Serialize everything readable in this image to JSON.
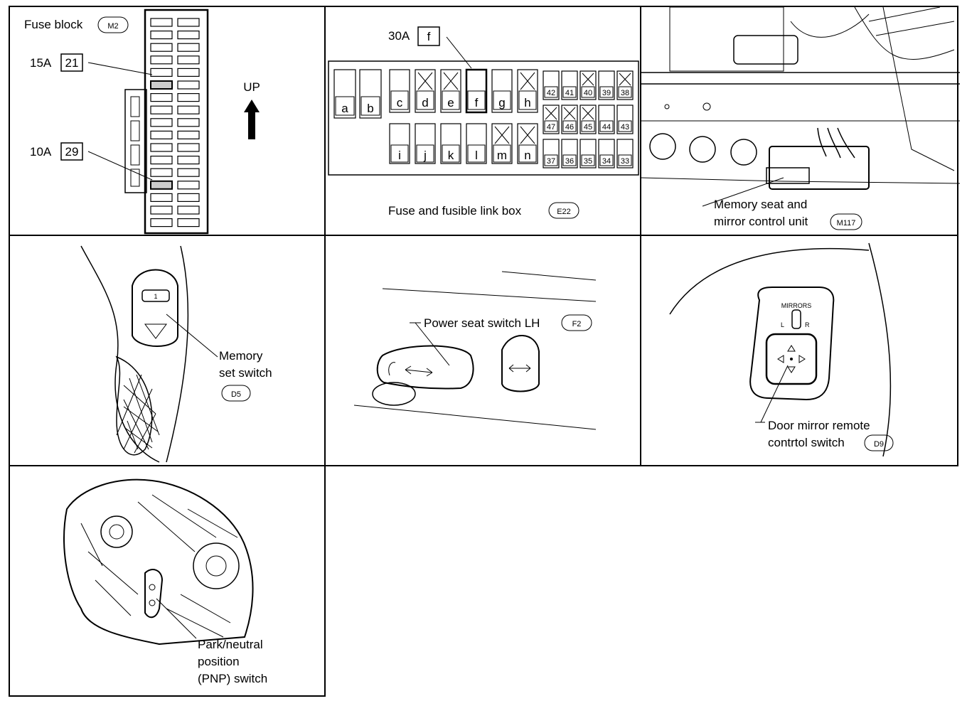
{
  "fuse_block": {
    "title": "Fuse block",
    "connector": "M2",
    "fuse_a_amp": "15A",
    "fuse_a_num": "21",
    "fuse_b_amp": "10A",
    "fuse_b_num": "29",
    "up_label": "UP"
  },
  "fusible_link_box": {
    "fuse_amp": "30A",
    "fuse_letter": "f",
    "title": "Fuse and fusible link box",
    "connector": "E22",
    "top_row": [
      "a",
      "b",
      "c",
      "d",
      "e",
      "f",
      "g",
      "h"
    ],
    "bottom_row": [
      "i",
      "j",
      "k",
      "l",
      "m",
      "n"
    ],
    "small_top": [
      "42",
      "41",
      "40",
      "39",
      "38"
    ],
    "small_mid": [
      "47",
      "46",
      "45",
      "44",
      "43"
    ],
    "small_bot": [
      "37",
      "36",
      "35",
      "34",
      "33"
    ]
  },
  "memory_control_unit": {
    "line1": "Memory seat and",
    "line2": "mirror control unit",
    "connector": "M117"
  },
  "memory_set_switch": {
    "line1": "Memory",
    "line2": "set switch",
    "connector": "D5"
  },
  "power_seat_switch": {
    "label": "Power seat switch LH",
    "connector": "F2"
  },
  "door_mirror_switch": {
    "mirrors_label": "MIRRORS",
    "left": "L",
    "right": "R",
    "line1": "Door mirror remote",
    "line2": "contrtol switch",
    "connector": "D9"
  },
  "pnp_switch": {
    "line1": "Park/neutral",
    "line2": "position",
    "line3": "(PNP) switch"
  }
}
